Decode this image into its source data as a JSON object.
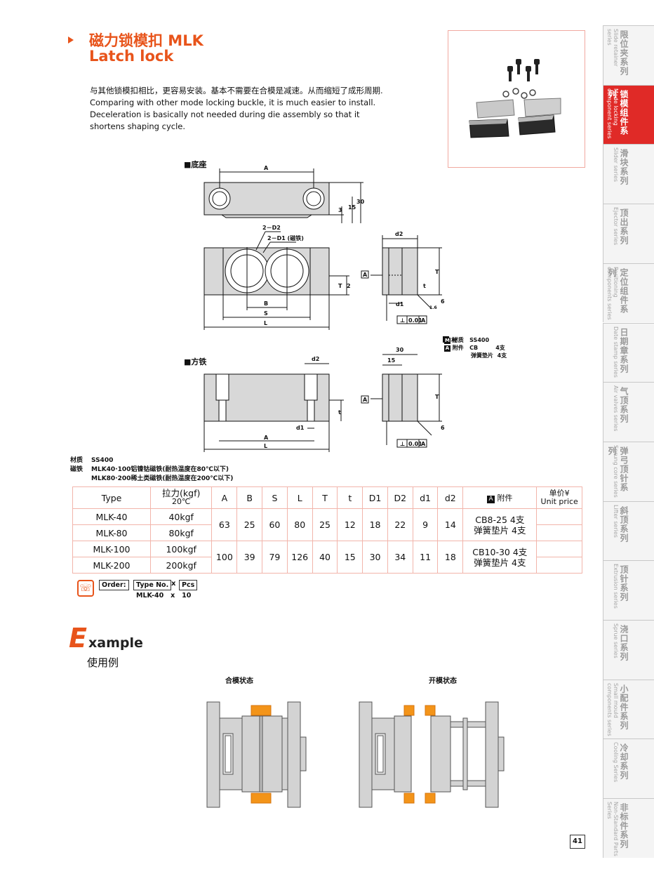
{
  "header": {
    "title_cn": "磁力锁模扣 MLK",
    "title_en": "Latch lock"
  },
  "intro": {
    "line_cn": "与其他锁模扣相比，更容易安装。基本不需要在合模是减速。从而缩短了成形周期.",
    "line_en1": "Comparing with other mode locking buckle, it is much easier to install.",
    "line_en2": "Deceleration is basically not needed during die assembly so that it",
    "line_en3": "shortens shaping cycle."
  },
  "sidebar": {
    "tabs": [
      {
        "cn": "限位夹系列",
        "en": "Slide retainer series"
      },
      {
        "cn": "锁模组件系列",
        "en": "Mode locking component series",
        "active": true
      },
      {
        "cn": "滑块系列",
        "en": "Slider series"
      },
      {
        "cn": "顶出系列",
        "en": "Ejector series"
      },
      {
        "cn": "定位组件系列",
        "en": "Positioning components series"
      },
      {
        "cn": "日期章系列",
        "en": "Date stamp series"
      },
      {
        "cn": "气顶系列",
        "en": "Air valves series"
      },
      {
        "cn": "弹弓顶针系列",
        "en": "Sprung core series"
      },
      {
        "cn": "斜顶系列",
        "en": "Lifter series"
      },
      {
        "cn": "顶针系列",
        "en": "Extrusion series"
      },
      {
        "cn": "浇口系列",
        "en": "Sprue series"
      },
      {
        "cn": "小配件系列",
        "en": "Small mould components series"
      },
      {
        "cn": "冷却系列",
        "en": "Cooling Series"
      },
      {
        "cn": "非标件系列",
        "en": "Non-Standard Parts Series"
      }
    ]
  },
  "drawing": {
    "base_label": "■底座",
    "block_label": "■方铁",
    "dim_A": "A",
    "dim_B": "B",
    "dim_S": "S",
    "dim_L": "L",
    "dim_T": "T",
    "dim_t": "t",
    "dim_3": "3",
    "dim_15": "15",
    "dim_30": "30",
    "dim_2": "2",
    "dim_d2": "d2",
    "dim_d1": "d1",
    "dim_6": "6",
    "dim_16": "1.6",
    "callout_D2": "2－D2",
    "callout_D1": "2－D1 (磁铁)",
    "datum_A": "A",
    "tol": "0.01",
    "perp": "⊥",
    "side2_30": "30",
    "side2_15": "15",
    "legend_M": "M",
    "legend_M_text": "材质",
    "legend_M_val": "SS400",
    "legend_A": "A",
    "legend_A_text": "附件",
    "legend_A_v1": "CB",
    "legend_A_q1": "4支",
    "legend_A_v2": "弹簧垫片",
    "legend_A_q2": "4支"
  },
  "materials": {
    "mat_label": "材质",
    "mat_val": "SS400",
    "mag_label": "磁铁",
    "mag_line1": "MLK40·100铝镍钴磁铁(耐热温度在80℃以下)",
    "mag_line2": "MLK80·200稀土类磁铁(耐热温度在200℃以下)"
  },
  "table": {
    "headers": {
      "type": "Type",
      "force": "拉力(kgf)",
      "force_sub": "20℃",
      "A": "A",
      "B": "B",
      "S": "S",
      "L": "L",
      "T": "T",
      "t": "t",
      "D1": "D1",
      "D2": "D2",
      "d1": "d1",
      "d2": "d2",
      "acc_icon": "A",
      "acc": "附件",
      "price_cn": "单价¥",
      "price_en": "Unit price"
    },
    "groups": [
      {
        "rows": [
          {
            "type": "MLK-40",
            "force": "40kgf"
          },
          {
            "type": "MLK-80",
            "force": "80kgf"
          }
        ],
        "A": "63",
        "B": "25",
        "S": "60",
        "L": "80",
        "T": "25",
        "t": "12",
        "D1": "18",
        "D2": "22",
        "d1": "9",
        "d2": "14",
        "acc1": "CB8-25  4支",
        "acc2": "弹簧垫片 4支"
      },
      {
        "rows": [
          {
            "type": "MLK-100",
            "force": "100kgf"
          },
          {
            "type": "MLK-200",
            "force": "200kgf"
          }
        ],
        "A": "100",
        "B": "39",
        "S": "79",
        "L": "126",
        "T": "40",
        "t": "15",
        "D1": "30",
        "D2": "34",
        "d1": "11",
        "d2": "18",
        "acc1": "CB10-30  4支",
        "acc2": "弹簧垫片  4支"
      }
    ]
  },
  "order": {
    "order_label": "Order:",
    "type_label": "Type No.",
    "x": "x",
    "pcs_label": "Pcs",
    "example": "MLK-40   x   10"
  },
  "example": {
    "big_letter": "E",
    "rest": "xample",
    "cn": "使用例",
    "closed": "合模状态",
    "open": "开模状态"
  },
  "page_number": "41",
  "colors": {
    "accent": "#e8541b",
    "tab_active": "#e02a27",
    "table_border": "#f2b5ab"
  }
}
